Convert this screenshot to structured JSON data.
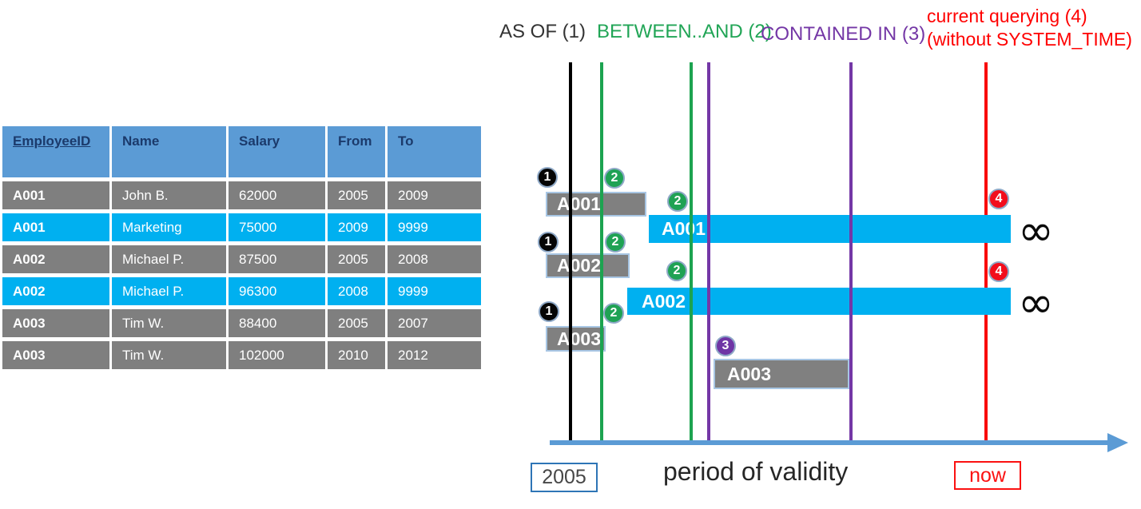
{
  "table": {
    "headers": [
      "EmployeeID",
      "Name",
      "Salary",
      "From",
      "To"
    ],
    "rows": [
      {
        "id": "A001",
        "name": "John B.",
        "salary": "62000",
        "from": "2005",
        "to": "2009",
        "current": false
      },
      {
        "id": "A001",
        "name": "Marketing",
        "salary": "75000",
        "from": "2009",
        "to": "9999",
        "current": true
      },
      {
        "id": "A002",
        "name": "Michael P.",
        "salary": "87500",
        "from": "2005",
        "to": "2008",
        "current": false
      },
      {
        "id": "A002",
        "name": "Michael P.",
        "salary": "96300",
        "from": "2008",
        "to": "9999",
        "current": true
      },
      {
        "id": "A003",
        "name": "Tim W.",
        "salary": "88400",
        "from": "2005",
        "to": "2007",
        "current": false
      },
      {
        "id": "A003",
        "name": "Tim W.",
        "salary": "102000",
        "from": "2010",
        "to": "2012",
        "current": false
      }
    ]
  },
  "legend": {
    "as_of": "AS OF (1)",
    "between_and": "BETWEEN..AND (2)",
    "contained_in": "CONTAINED IN (3)",
    "current_querying_line1": "current querying (4)",
    "current_querying_line2": "(without SYSTEM_TIME)"
  },
  "timeline": {
    "badge_1": "1",
    "badge_2": "2",
    "badge_3": "3",
    "badge_4": "4",
    "bars": [
      {
        "label": "A001",
        "kind": "history"
      },
      {
        "label": "A001",
        "kind": "current-open-ended"
      },
      {
        "label": "A002",
        "kind": "history"
      },
      {
        "label": "A002",
        "kind": "current-open-ended"
      },
      {
        "label": "A003",
        "kind": "history"
      },
      {
        "label": "A003",
        "kind": "history"
      }
    ],
    "infinity": "∞",
    "start_label": "2005",
    "axis_title": "period of validity",
    "now_label": "now"
  },
  "colors": {
    "header_blue": "#5B9BD5",
    "row_gray": "#7F7F7F",
    "row_cyan": "#00B0F0",
    "line_black": "#000000",
    "line_green": "#1CA350",
    "line_purple": "#7437A6",
    "line_red": "#F90B0B",
    "axis_blue": "#5B9BD5",
    "badge_green": "#1FA254",
    "badge_purple": "#6F35A5",
    "badge_red": "#F20D1C"
  }
}
